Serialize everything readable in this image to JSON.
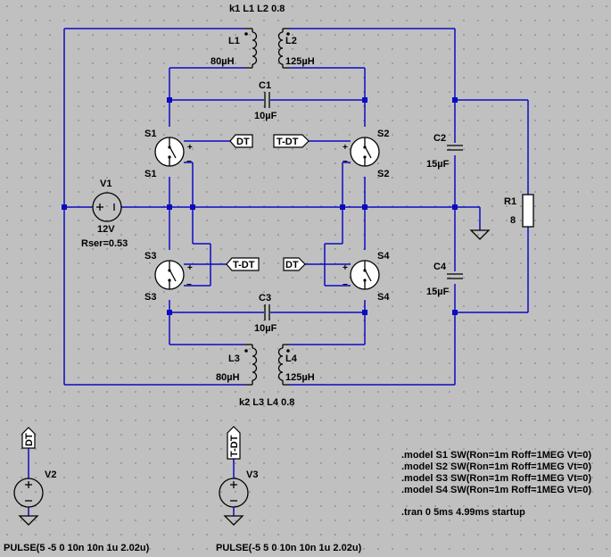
{
  "directives": {
    "coupling_top": "k1 L1 L2 0.8",
    "coupling_bottom": "k2 L3 L4 0.8",
    "models": [
      ".model S1 SW(Ron=1m Roff=1MEG Vt=0)",
      ".model S2 SW(Ron=1m Roff=1MEG Vt=0)",
      ".model S3 SW(Ron=1m Roff=1MEG Vt=0)",
      ".model S4 SW(Ron=1m Roff=1MEG Vt=0)"
    ],
    "tran": ".tran 0 5ms 4.99ms startup"
  },
  "inductors": {
    "L1": {
      "name": "L1",
      "value": "80µH"
    },
    "L2": {
      "name": "L2",
      "value": "125µH"
    },
    "L3": {
      "name": "L3",
      "value": "80µH"
    },
    "L4": {
      "name": "L4",
      "value": "125µH"
    }
  },
  "capacitors": {
    "C1": {
      "name": "C1",
      "value": "10µF"
    },
    "C2": {
      "name": "C2",
      "value": "15µF"
    },
    "C3": {
      "name": "C3",
      "value": "10µF"
    },
    "C4": {
      "name": "C4",
      "value": "15µF"
    }
  },
  "switches": {
    "S1": "S1",
    "S2": "S2",
    "S3": "S3",
    "S4": "S4",
    "plus": "+",
    "minus": "−"
  },
  "sources": {
    "V1": {
      "name": "V1",
      "value": "12V",
      "param": "Rser=0.53"
    },
    "V2": {
      "name": "V2",
      "value": "PULSE(5 -5 0 10n 10n 1u 2.02u)"
    },
    "V3": {
      "name": "V3",
      "value": "PULSE(-5 5 0 10n 10n 1u 2.02u)"
    }
  },
  "resistor": {
    "name": "R1",
    "value": "8"
  },
  "net_labels": {
    "dt": "DT",
    "tdt": "T-DT"
  },
  "colors": {
    "wire": "#0b0bc4",
    "background": "#c0c0c0",
    "component": "#000000"
  }
}
